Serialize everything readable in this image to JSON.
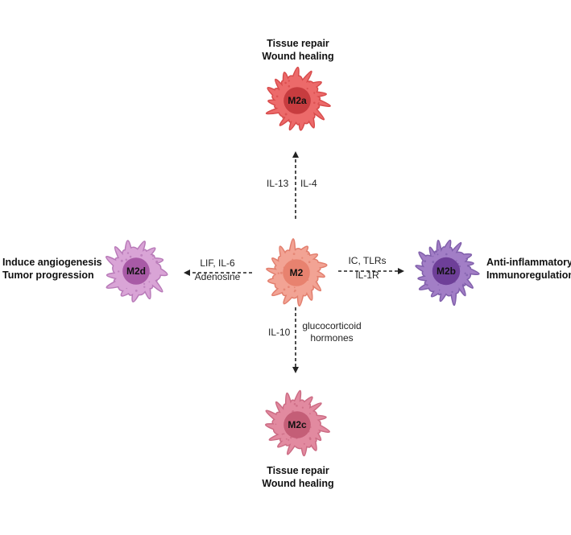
{
  "cells": {
    "center": {
      "label": "M2",
      "body": "#f2a394",
      "edge": "#e27f6e",
      "nucleus": "#e8826f"
    },
    "top": {
      "label": "M2a",
      "body": "#ec6a6a",
      "edge": "#d84c4c",
      "nucleus": "#c73c3f"
    },
    "bottom": {
      "label": "M2c",
      "body": "#e28aa0",
      "edge": "#cc6c84",
      "nucleus": "#c45e77"
    },
    "left": {
      "label": "M2d",
      "body": "#d9a4d6",
      "edge": "#b87ab8",
      "nucleus": "#a85aa6"
    },
    "right": {
      "label": "M2b",
      "body": "#a27ec6",
      "edge": "#8160ab",
      "nucleus": "#6e3f98"
    }
  },
  "headings": {
    "top": {
      "line1": "Tissue repair",
      "line2": "Wound healing"
    },
    "bottom": {
      "line1": "Tissue repair",
      "line2": "Wound healing"
    },
    "left": {
      "line1": "Induce angiogenesis",
      "line2": "Tumor progression"
    },
    "right": {
      "line1": "Anti-inflammatory",
      "line2": "Immunoregulation"
    }
  },
  "stimuli": {
    "top_left": "IL-13",
    "top_right": "IL-4",
    "left_line1": "LIF, IL-6",
    "left_line2": "Adenosine",
    "right_line1": "IC, TLRs",
    "right_line2": "IL-1R",
    "bottom_left": "IL-10",
    "bottom_right_line1": "glucocorticoid",
    "bottom_right_line2": "hormones"
  }
}
